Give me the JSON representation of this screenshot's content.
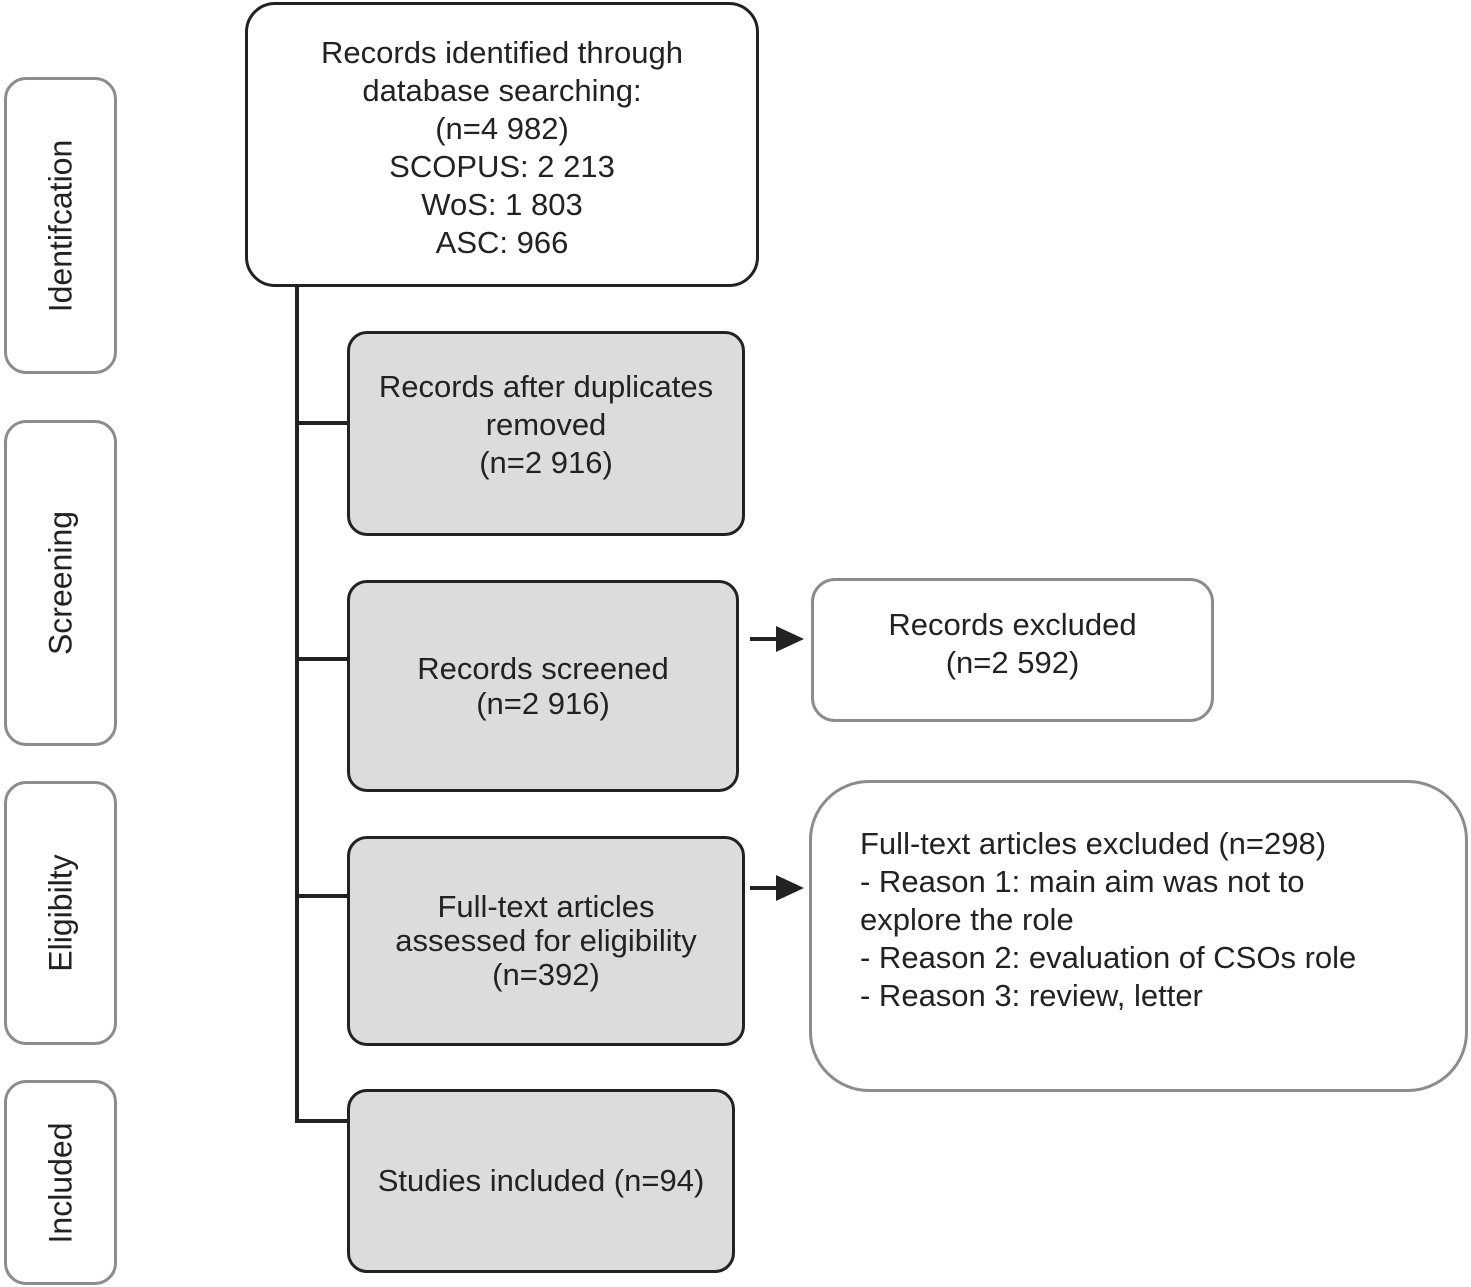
{
  "stages": [
    {
      "label": "Identifcation"
    },
    {
      "label": "Screening"
    },
    {
      "label": "Eligibilty"
    },
    {
      "label": "Included"
    }
  ],
  "boxes": {
    "identified": {
      "lines": [
        "Records identified through",
        "database searching:",
        "(n=4 982)",
        "SCOPUS: 2 213",
        "WoS: 1 803",
        "ASC: 966"
      ]
    },
    "duplicates_removed": {
      "lines": [
        "Records after duplicates",
        "removed",
        "(n=2 916)"
      ]
    },
    "screened": {
      "lines": [
        "Records screened",
        "(n=2 916)"
      ]
    },
    "records_excluded": {
      "lines": [
        "Records excluded",
        "(n=2 592)"
      ]
    },
    "full_text_assessed": {
      "lines": [
        "Full-text articles",
        "assessed for eligibility",
        "(n=392)"
      ]
    },
    "full_text_excluded": {
      "lines": [
        "Full-text articles excluded (n=298)",
        "- Reason 1: main aim was not to",
        "explore the role",
        "- Reason 2: evaluation of CSOs role",
        "- Reason 3: review, letter"
      ]
    },
    "included": {
      "lines": [
        "Studies included (n=94)"
      ]
    }
  },
  "colors": {
    "grey_box_fill": "#dcdcdc",
    "dark_border": "#222222",
    "light_border": "#8c8c8c"
  }
}
